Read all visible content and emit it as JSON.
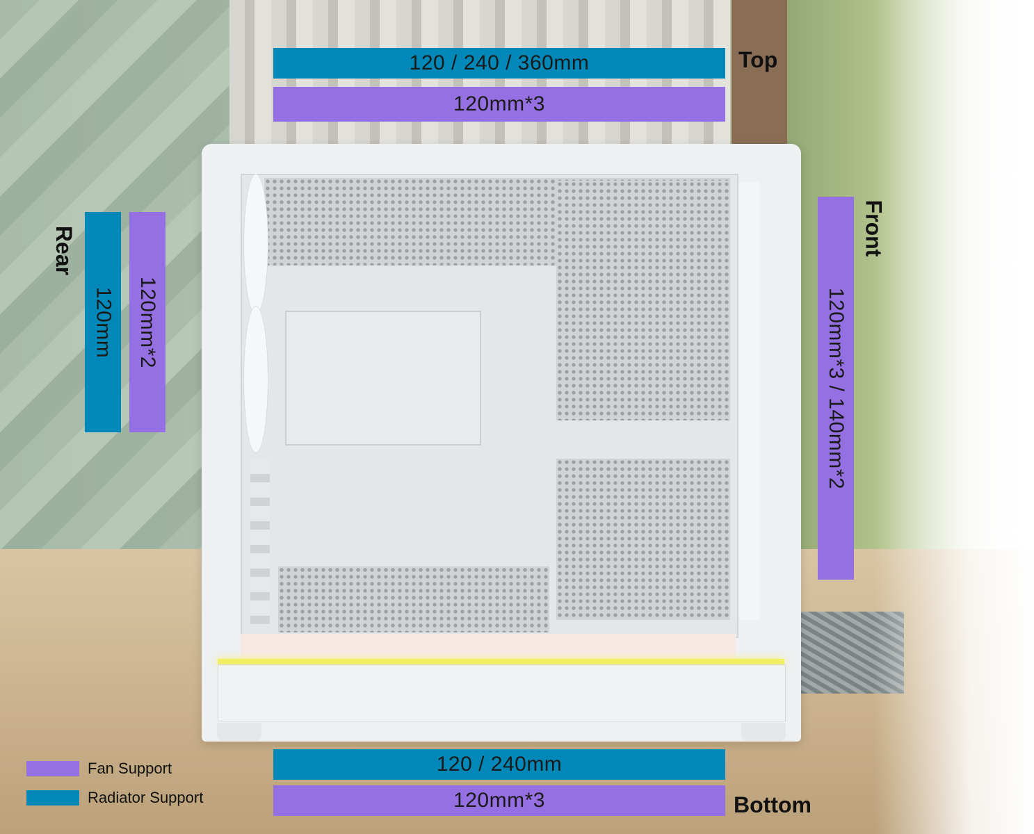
{
  "labels": {
    "top": "Top",
    "rear": "Rear",
    "front": "Front",
    "bottom": "Bottom"
  },
  "top": {
    "radiator": "120 / 240 / 360mm",
    "fan": "120mm*3"
  },
  "rear": {
    "radiator": "120mm",
    "fan": "120mm*2"
  },
  "front": {
    "fan": "120mm*3 / 140mm*2"
  },
  "bottom": {
    "radiator": "120 / 240mm",
    "fan": "120mm*3"
  },
  "legend": [
    {
      "label": "Fan Support",
      "color": "#9470e2"
    },
    {
      "label": "Radiator Support",
      "color": "#0088b8"
    }
  ],
  "colors": {
    "fan_support": "#9470e2",
    "radiator_support": "#0088b8"
  }
}
